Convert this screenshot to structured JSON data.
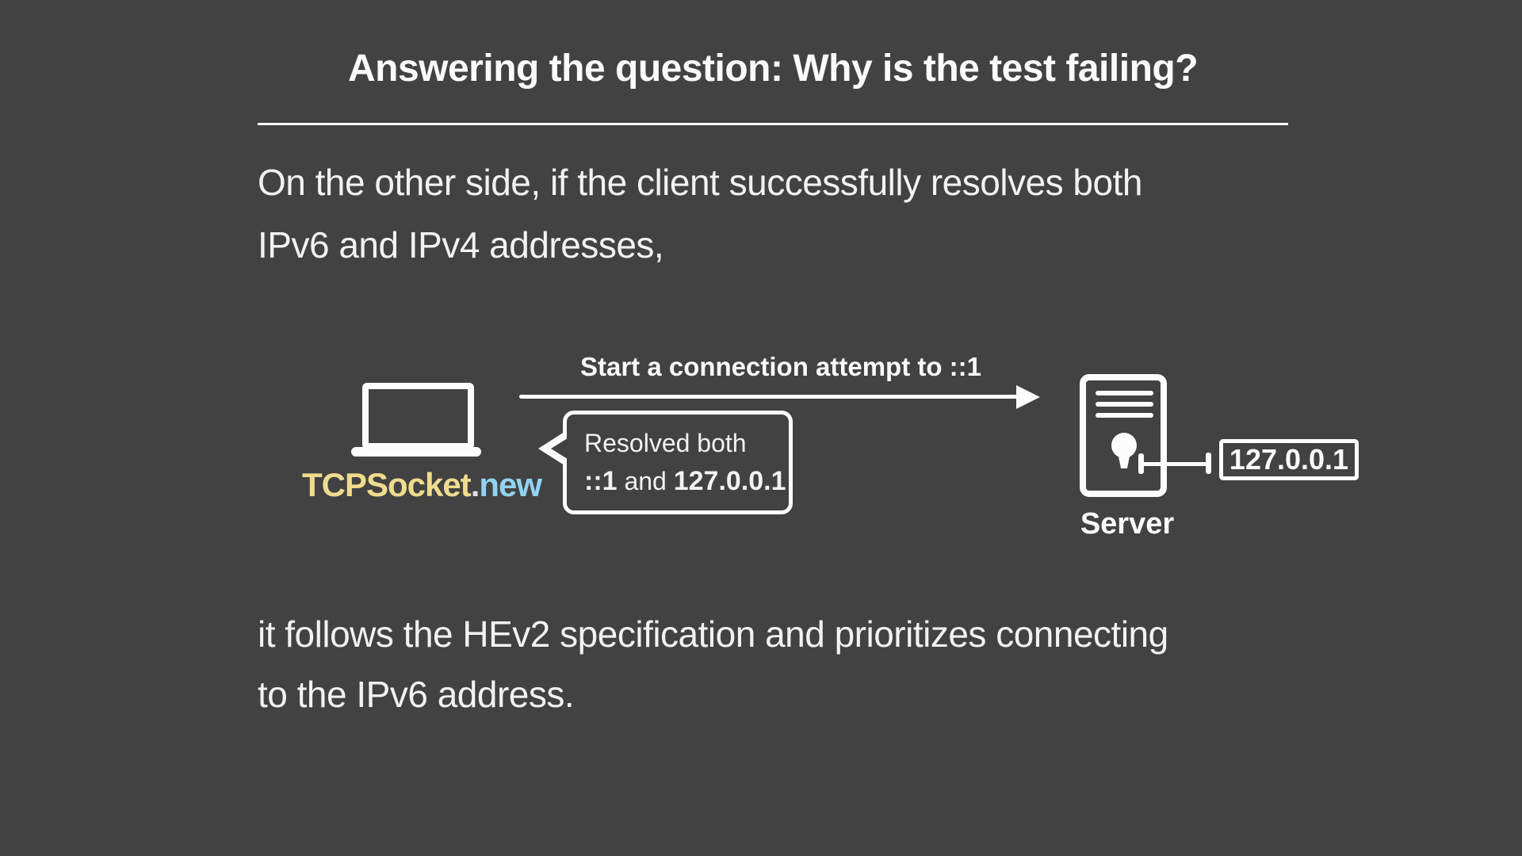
{
  "colors": {
    "background": "#424242",
    "text": "#f2f2f2",
    "line_white": "#fcfcfc",
    "accent_yellow": "#f0dc8e",
    "accent_blue": "#92d4f0"
  },
  "slide": {
    "title": "Answering the question: Why is the test failing?",
    "intro": {
      "line1": "On the other side, if the client successfully resolves both",
      "line2": "IPv6 and IPv4 addresses,"
    },
    "conclusion": {
      "line1": "it follows the HEv2 specification and prioritizes connecting",
      "line2": "to the IPv6 address."
    }
  },
  "diagram": {
    "client": {
      "code_object": "TCPSocket",
      "dot": ".",
      "code_method": "new"
    },
    "arrow_label": "Start a connection attempt to ::1",
    "bubble": {
      "line1": "Resolved both",
      "ipv6": "::1",
      "conjunction": " and ",
      "ipv4": "127.0.0.1"
    },
    "server": {
      "label": "Server",
      "ip": "127.0.0.1"
    }
  }
}
